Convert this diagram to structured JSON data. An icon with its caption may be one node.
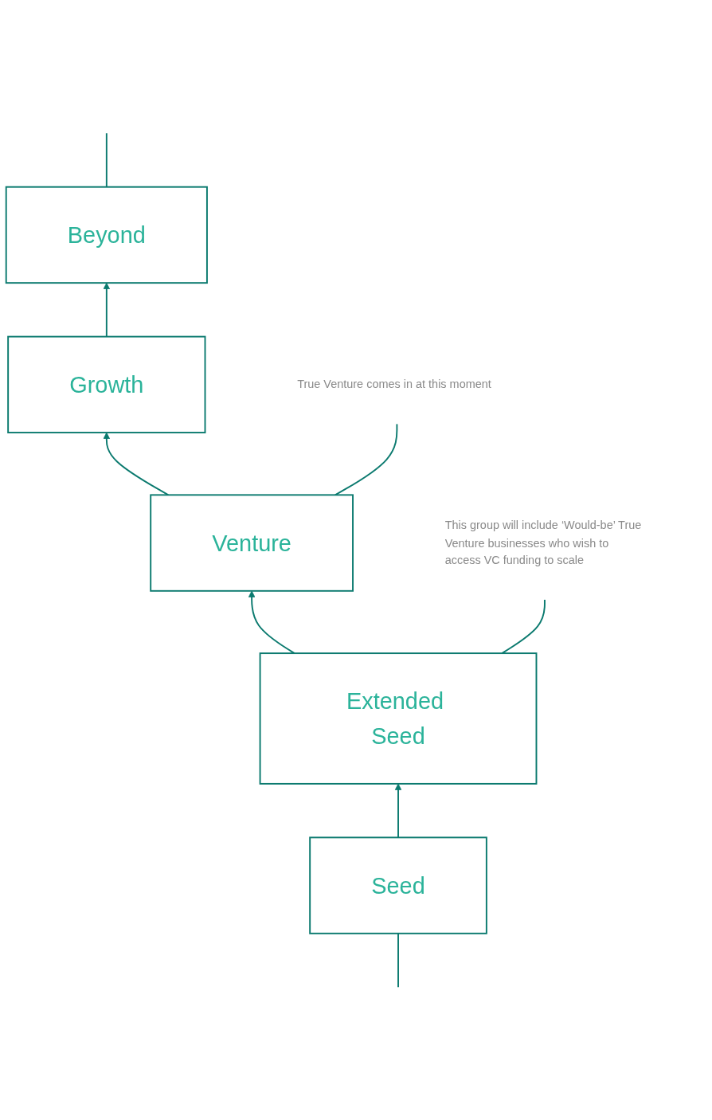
{
  "diagram": {
    "nodes": [
      {
        "text": [
          "Beyond"
        ]
      },
      {
        "text": [
          "Growth"
        ]
      },
      {
        "text": [
          "Venture"
        ]
      },
      {
        "text": [
          "True Venture comes in at this moment"
        ]
      },
      {
        "text": [
          "Extended Seed"
        ]
      },
      {
        "text": [
          "This group will include ‘Would-be’ True Venture businesses who wish to access VC funding to scale"
        ]
      },
      {
        "text": [
          "Seed"
        ]
      }
    ],
    "edges": [
      {
        "from": 0,
        "to": null,
        "arrow": "none"
      },
      {
        "from": 1,
        "to": 0,
        "arrow": "to"
      },
      {
        "from": 2,
        "to": 1,
        "arrow": "to"
      },
      {
        "from": 2,
        "to": 3,
        "arrow": "none"
      },
      {
        "from": 4,
        "to": 2,
        "arrow": "to"
      },
      {
        "from": 4,
        "to": 5,
        "arrow": "none"
      },
      {
        "from": 6,
        "to": 4,
        "arrow": "to"
      },
      {
        "from": null,
        "to": 6,
        "arrow": "none"
      }
    ]
  }
}
